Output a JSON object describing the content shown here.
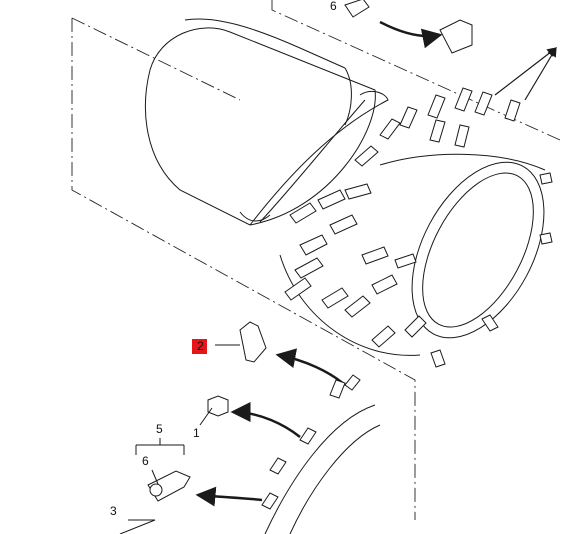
{
  "callouts": [
    {
      "id": "1",
      "label": "1"
    },
    {
      "id": "2",
      "label": "2",
      "highlighted": true
    },
    {
      "id": "3",
      "label": "3"
    },
    {
      "id": "5",
      "label": "5"
    },
    {
      "id": "6",
      "label": "6"
    },
    {
      "id": "top",
      "label": "6"
    }
  ],
  "colors": {
    "line": "#1a1a1a",
    "highlight": "#e8141c",
    "background": "#ffffff"
  }
}
